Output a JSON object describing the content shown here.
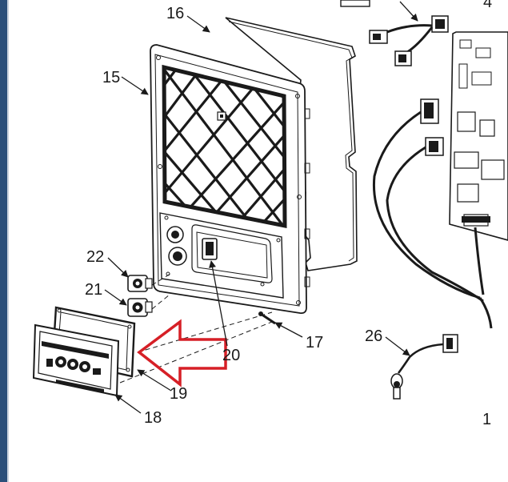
{
  "diagram": {
    "callouts": {
      "c4": "4",
      "c15": "15",
      "c16": "16",
      "c17": "17",
      "c18": "18",
      "c19": "19",
      "c20": "20",
      "c21": "21",
      "c22": "22",
      "c26": "26",
      "c1": "1"
    },
    "highlight_arrow_color": "#d61f26",
    "line_color": "#1a1a1a",
    "left_border_color": "#2b4f7a"
  }
}
